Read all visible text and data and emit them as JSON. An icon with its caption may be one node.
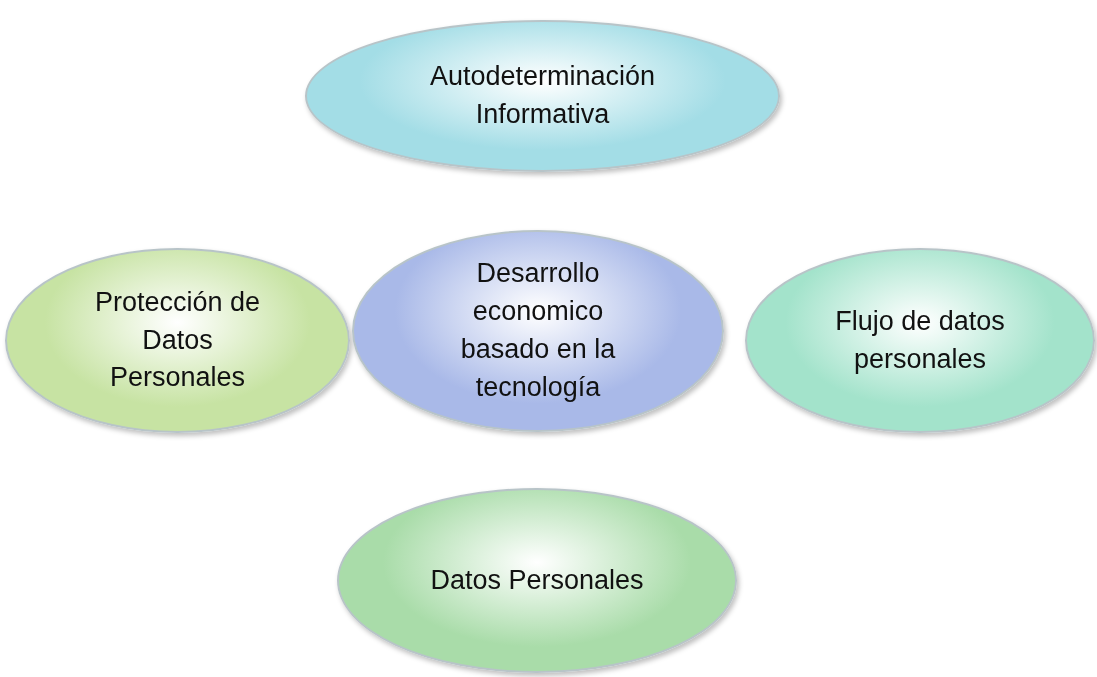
{
  "diagram": {
    "nodes": [
      {
        "text": [
          "Autodeterminación Informativa"
        ]
      },
      {
        "text": [
          "Protección de Datos Personales"
        ]
      },
      {
        "text": [
          "Desarrollo economico basado en la tecnología"
        ]
      },
      {
        "text": [
          "Flujo de datos personales"
        ]
      },
      {
        "text": [
          "Datos Personales"
        ]
      }
    ]
  }
}
